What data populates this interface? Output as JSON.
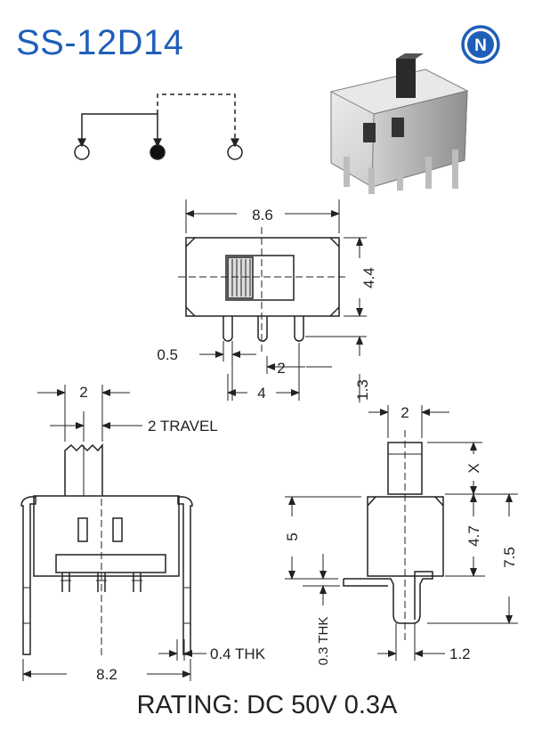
{
  "title": "SS-12D14",
  "logo": {
    "letter": "N",
    "color": "#1f5fb8"
  },
  "rating": "RATING: DC 50V 0.3A",
  "top_view": {
    "width": "8.6",
    "height": "4.4",
    "pin_dia": "0.5",
    "pitch": "2",
    "pin_span": "4",
    "pin_len": "1.3"
  },
  "front_view": {
    "actuator": "2",
    "travel": "2 TRAVEL",
    "body_width": "8.2",
    "leg_thk": "0.4 THK"
  },
  "side_view": {
    "actuator": "2",
    "x": "X",
    "h_body": "4.7",
    "h_total": "7.5",
    "h_left": "5",
    "tab_thk": "0.3 THK",
    "tab_len": "1.2"
  }
}
